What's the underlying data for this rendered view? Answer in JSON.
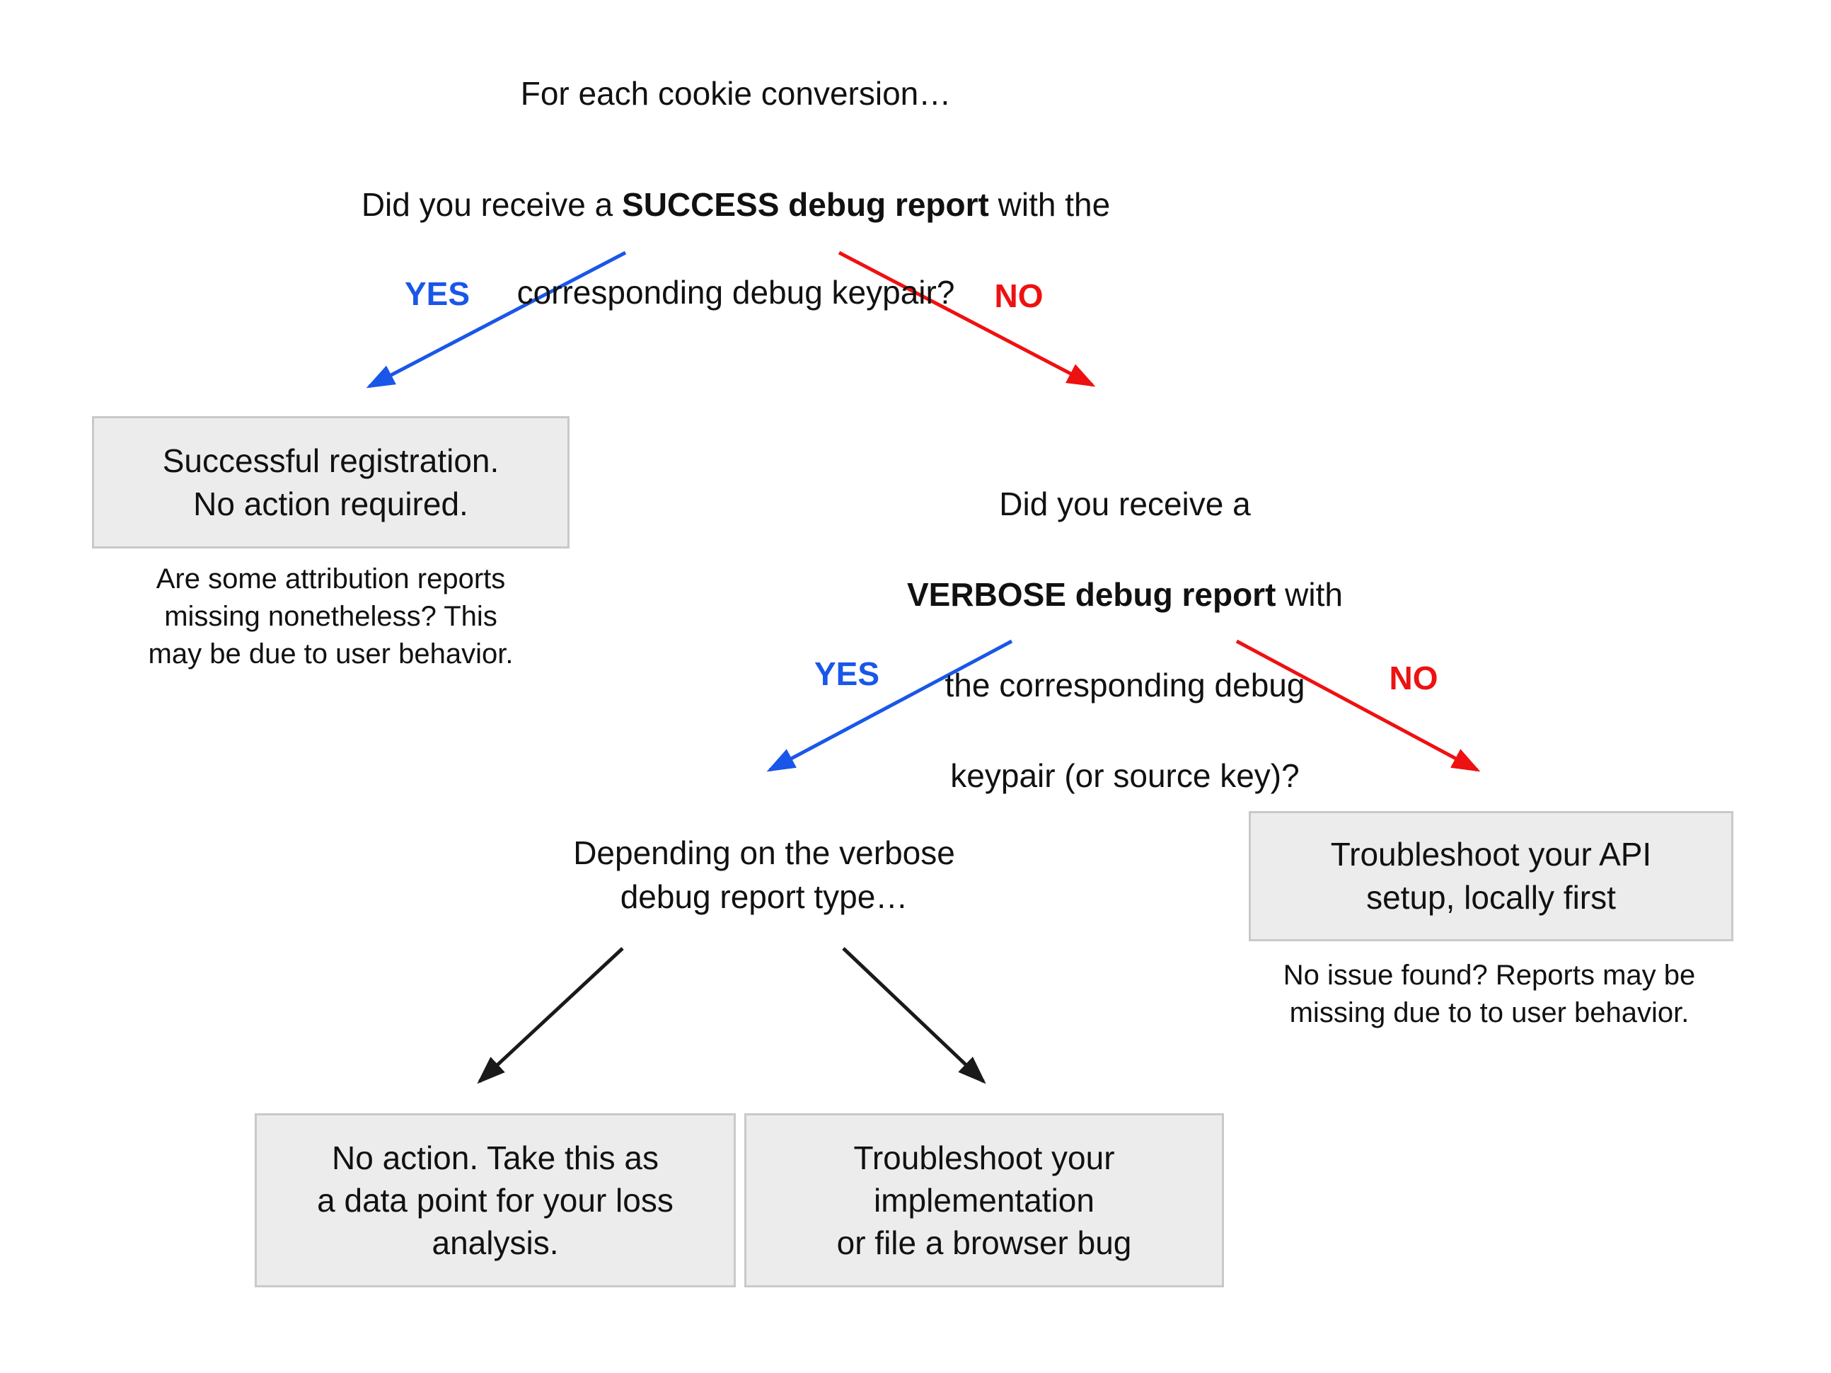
{
  "colors": {
    "yes_blue": "#1A57E8",
    "no_red": "#EE1111",
    "arrow_black": "#1A1A1A",
    "box_fill": "#ECECEC",
    "box_border": "#C9C9C9",
    "text": "#111111"
  },
  "root_question": {
    "title": "For each cookie conversion…",
    "line1_pre": "Did you receive a ",
    "line1_bold": "SUCCESS debug report",
    "line1_post": " with the",
    "line2": "corresponding debug keypair?"
  },
  "edges": {
    "yes1": "YES",
    "no1": "NO",
    "yes2": "YES",
    "no2": "NO"
  },
  "success_box": {
    "text": "Successful registration.\nNo action required."
  },
  "success_note": {
    "text": "Are some attribution reports\nmissing nonetheless? This\nmay be due to user behavior."
  },
  "verbose_question": {
    "line1": "Did you receive a",
    "line2_bold": "VERBOSE debug report",
    "line2_post": " with",
    "line3": "the corresponding debug",
    "line4": "keypair (or source key)?"
  },
  "depending": {
    "text": "Depending on the verbose\ndebug report type…"
  },
  "api_box": {
    "text": "Troubleshoot your API\nsetup, locally first"
  },
  "api_note": {
    "text": "No issue found? Reports may be\nmissing due to to user behavior."
  },
  "loss_box": {
    "text": "No action. Take this as\na data point for your loss\nanalysis."
  },
  "impl_box": {
    "text": "Troubleshoot your\nimplementation\nor file a browser bug"
  }
}
